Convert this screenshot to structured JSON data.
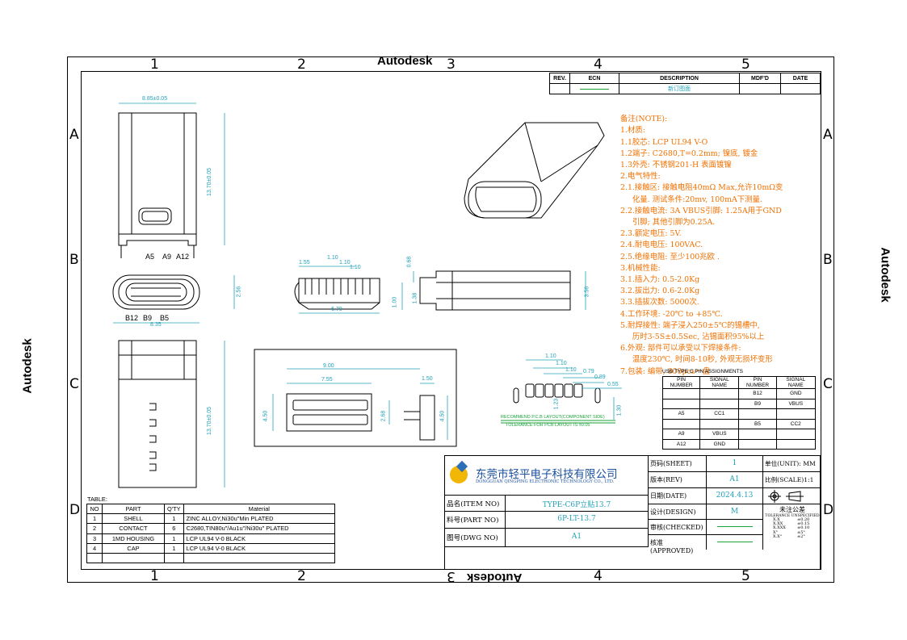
{
  "watermark": "Autodesk",
  "zones": {
    "columns": [
      "1",
      "2",
      "3",
      "4",
      "5"
    ],
    "rows": [
      "A",
      "B",
      "C",
      "D"
    ]
  },
  "revision": {
    "headers": [
      "REV.",
      "ECN",
      "DESCRIPTION",
      "MDF'D",
      "DATE"
    ],
    "description": "新订图面"
  },
  "notes": [
    "备注(NOTE):",
    "1.材质:",
    "1.1胶芯: LCP UL94 V-O",
    "1.2端子: C2680,T=0.2mm; 镍底, 镀金",
    "1.3外壳: 不锈钢201-H 表面镀镍",
    "2.电气特性:",
    "2.1.接触区: 接触电阻40mΩ Max,允许10mΩ变",
    "     化量. 测试条件:20mv, 100mA下测量.",
    "2.2.接触电流: 3A VBUS引脚: 1.25A用于GND",
    "     引脚; 其他引脚为0.25A.",
    "2.3.额定电压: 5V.",
    "2.4.耐电电压: 100VAC.",
    "2.5.绝缘电阻: 至少100兆欧 .",
    "3.机械性能:",
    "3.1.插入力: 0.5-2.0Kg",
    "3.2.拔出力: 0.6-2.0Kg",
    "3.3.插拔次数: 5000次.",
    "4.工作环境: -20℃ to +85℃.",
    "5.耐焊接性: 端子浸入250±5℃的锡槽中,",
    "     历时3-5S±0.5Sec, 沾锡面积95%以上",
    "6.外观: 部件可以承受以下焊接条件:",
    "     温度230℃, 时间8-10秒, 外观无损坏变形",
    "7.包装: 编带, 800pcs一盘"
  ],
  "dims": {
    "top_width": "8.85±0.05",
    "top_height": "13.70±0.05",
    "front_width": "8.35",
    "front_height": "2.56",
    "pins_top": [
      "A5",
      "A9",
      "A12"
    ],
    "pins_bottom": [
      "B12",
      "B9",
      "B5"
    ],
    "pitch_a": "1.55",
    "pitch_b": "1.10",
    "pitch_c": "1.10",
    "pitch_d": "1.10",
    "span": "6.70",
    "side_a": "0.68",
    "side_b": "1.00",
    "side_c": "1.38",
    "side_d": "3.56",
    "bottom_height": "13.70±0.05",
    "det_w1": "9.00",
    "det_w2": "7.55",
    "det_h1": "4.50",
    "det_h2": "2.68",
    "det_side_w": "1.50",
    "det_side_h": "4.50",
    "pcb_1": "1.10",
    "pcb_2": "1.10",
    "pcb_3": "1.10",
    "pcb_4": "0.79",
    "pcb_5": "0.89",
    "pcb_6": "0.55",
    "pcb_7": "1.23",
    "pcb_8": "1.30",
    "pcb_label1": "RECOMMEND P.C.B LAYOUT(COMPONENT SIDE)",
    "pcb_label2": "TOLERANCE FOR PCB LAYOUT IS ±0.05"
  },
  "pin_table": {
    "title": "USB TYPE C PIN ASSIGNMENTS",
    "headers": [
      "PIN NUMBER",
      "SIGNAL NAME",
      "PIN NUMBER",
      "SIGNAL NAME"
    ],
    "rows": [
      [
        "",
        "",
        "B12",
        "GND"
      ],
      [
        "",
        "",
        "B9",
        "VBUS"
      ],
      [
        "A5",
        "CC1",
        "",
        ""
      ],
      [
        "",
        "",
        "B5",
        "CC2"
      ],
      [
        "A9",
        "VBUS",
        "",
        ""
      ],
      [
        "A12",
        "GND",
        "",
        ""
      ]
    ]
  },
  "bom": {
    "title": "TABLE:",
    "headers": [
      "NO",
      "PART",
      "Q'TY",
      "Material"
    ],
    "rows": [
      [
        "1",
        "SHELL",
        "1",
        "ZINC  ALLOY,Ni30u\"Min  PLATED"
      ],
      [
        "2",
        "CONTACT",
        "6",
        "C2680,TIN80u\"/Au1u\"/Ni30u\"  PLATED"
      ],
      [
        "3",
        "1MD HOUSING",
        "1",
        "LCP  UL94  V-0  BLACK"
      ],
      [
        "4",
        "CAP",
        "1",
        "LCP  UL94  V-0  BLACK"
      ],
      [
        "",
        "",
        "",
        ""
      ]
    ]
  },
  "title_block": {
    "company_cn": "东莞市轻平电子科技有限公司",
    "company_en": "DONGGUAN QINGPING ELECTRONIC TECHNOLOGY CO., LTD.",
    "item_name_label": "品名(ITEM NO)",
    "item_name": "TYPE-C6P立贴13.7",
    "part_no_label": "料号(PART NO)",
    "part_no": "6P-LT-13.7",
    "dwg_no_label": "图号(DWG NO)",
    "dwg_no": "A1",
    "sheet_label": "页码(SHEET)",
    "sheet": "1",
    "rev_label": "版本(REV)",
    "rev": "A1",
    "date_label": "日期(DATE)",
    "date": "2024.4.13",
    "design_label": "设计(DESIGN)",
    "design": "M",
    "checked_label": "审核(CHECKED)",
    "approved_label": "核准(APPROVED)",
    "unit_label": "单位(UNIT): MM",
    "scale_label": "比例(SCALE)1:1",
    "tol_title": "未注公差",
    "tol_sub": "TOLERANCE UNSPECIFIED",
    "tol_rows": [
      [
        "X.X",
        "±0.20"
      ],
      [
        "X.XX",
        "±0.15"
      ],
      [
        "X.XXX",
        "±0.10"
      ],
      [
        "X°",
        "±5°"
      ],
      [
        "X.X°",
        "±2°"
      ]
    ]
  },
  "colors": {
    "dim": "#21a1b8",
    "note": "#f07000",
    "green": "#1aa33a"
  }
}
